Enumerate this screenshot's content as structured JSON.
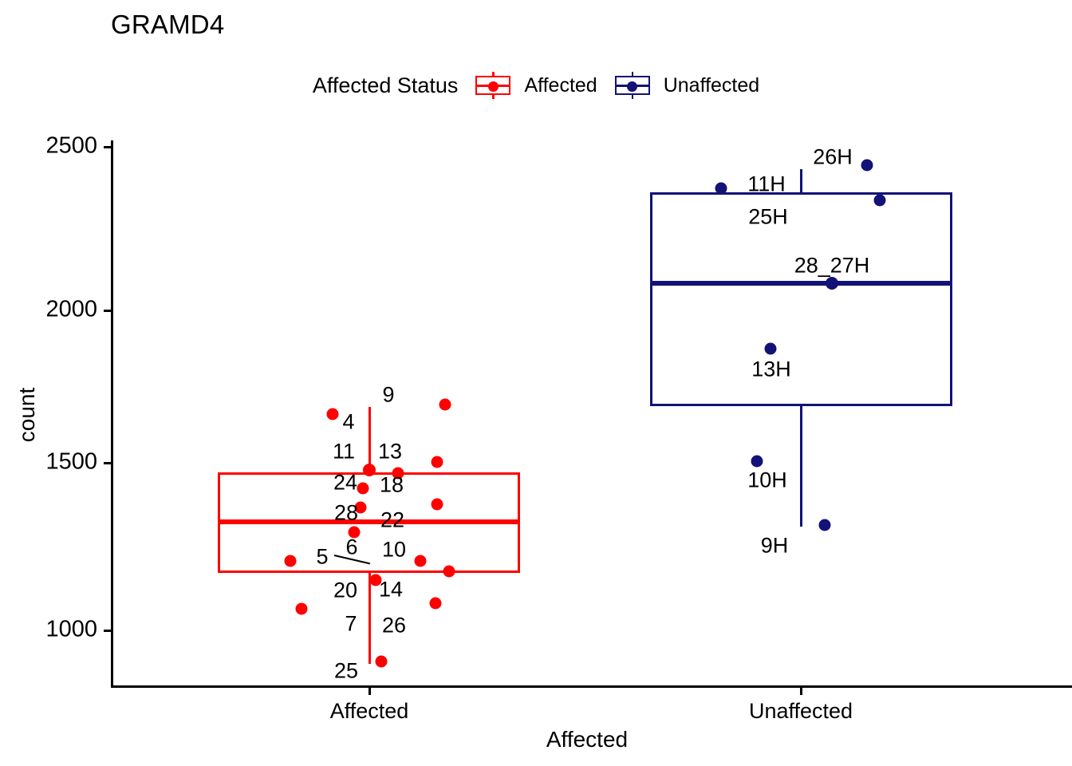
{
  "title": "GRAMD4",
  "legend": {
    "title": "Affected Status",
    "items": [
      {
        "label": "Affected",
        "color": "#FF0000",
        "key": "boxplot-key-icon"
      },
      {
        "label": "Unaffected",
        "color": "#121277",
        "key": "boxplot-key-icon"
      }
    ]
  },
  "axes": {
    "y": {
      "label": "count",
      "ticks": [
        "1000",
        "1500",
        "2000",
        "2500"
      ],
      "tick_values": [
        1000,
        1500,
        2000,
        2500
      ],
      "range": [
        860,
        2560
      ]
    },
    "x": {
      "title": "Affected",
      "ticks": [
        "Affected",
        "Unaffected"
      ]
    }
  },
  "chart_data": {
    "type": "boxplot",
    "title": "GRAMD4",
    "xlabel": "Affected",
    "ylabel": "count",
    "ylim": [
      860,
      2560
    ],
    "yticks": [
      1000,
      1500,
      2000,
      2500
    ],
    "grid": false,
    "legend_position": "top",
    "groups": [
      {
        "name": "Affected",
        "color": "#FF0000",
        "box": {
          "lower_whisker": 1700,
          "q1": 1175,
          "median": 1340,
          "q3": 1500,
          "upper_whisker": 1700,
          "min_whisker": 885
        },
        "stats": {
          "q1": 1175,
          "median": 1340,
          "q3": 1500,
          "whisker_low": 885,
          "whisker_high": 1700
        },
        "points": [
          {
            "label": "4",
            "value": 1665
          },
          {
            "label": "9",
            "value": 1700
          },
          {
            "label": "11",
            "value": 1498
          },
          {
            "label": "13",
            "value": 1485
          },
          {
            "label": "24",
            "value": 1440
          },
          {
            "label": "18",
            "value": 1520
          },
          {
            "label": "28",
            "value": 1388
          },
          {
            "label": "22",
            "value": 1385
          },
          {
            "label": "6",
            "value": 1305
          },
          {
            "label": "5",
            "value": 1210
          },
          {
            "label": "10",
            "value": 1218
          },
          {
            "label": "14",
            "value": 1160
          },
          {
            "label": "20",
            "value": 1180
          },
          {
            "label": "26",
            "value": 1085
          },
          {
            "label": "7",
            "value": 1065
          },
          {
            "label": "25",
            "value": 885
          }
        ]
      },
      {
        "name": "Unaffected",
        "color": "#121277",
        "box": {
          "q1": 1700,
          "median": 2075,
          "q3": 2355,
          "whisker_low": 1330,
          "whisker_high": 2450
        },
        "stats": {
          "q1": 1700,
          "median": 2075,
          "q3": 2355,
          "whisker_low": 1330,
          "whisker_high": 2450
        },
        "points": [
          {
            "label": "11H",
            "value": 2370
          },
          {
            "label": "26H",
            "value": 2445
          },
          {
            "label": "25H",
            "value": 2345
          },
          {
            "label": "28_27H",
            "value": 2075
          },
          {
            "label": "13H",
            "value": 1872
          },
          {
            "label": "10H",
            "value": 1520
          },
          {
            "label": "9H",
            "value": 1328
          }
        ]
      }
    ]
  },
  "point_labels_red": [
    "9",
    "4",
    "11",
    "13",
    "24",
    "18",
    "28",
    "22",
    "5",
    "6",
    "10",
    "20",
    "14",
    "7",
    "26",
    "25"
  ],
  "point_labels_navy": [
    "26H",
    "11H",
    "25H",
    "28_27H",
    "13H",
    "10H",
    "9H"
  ]
}
